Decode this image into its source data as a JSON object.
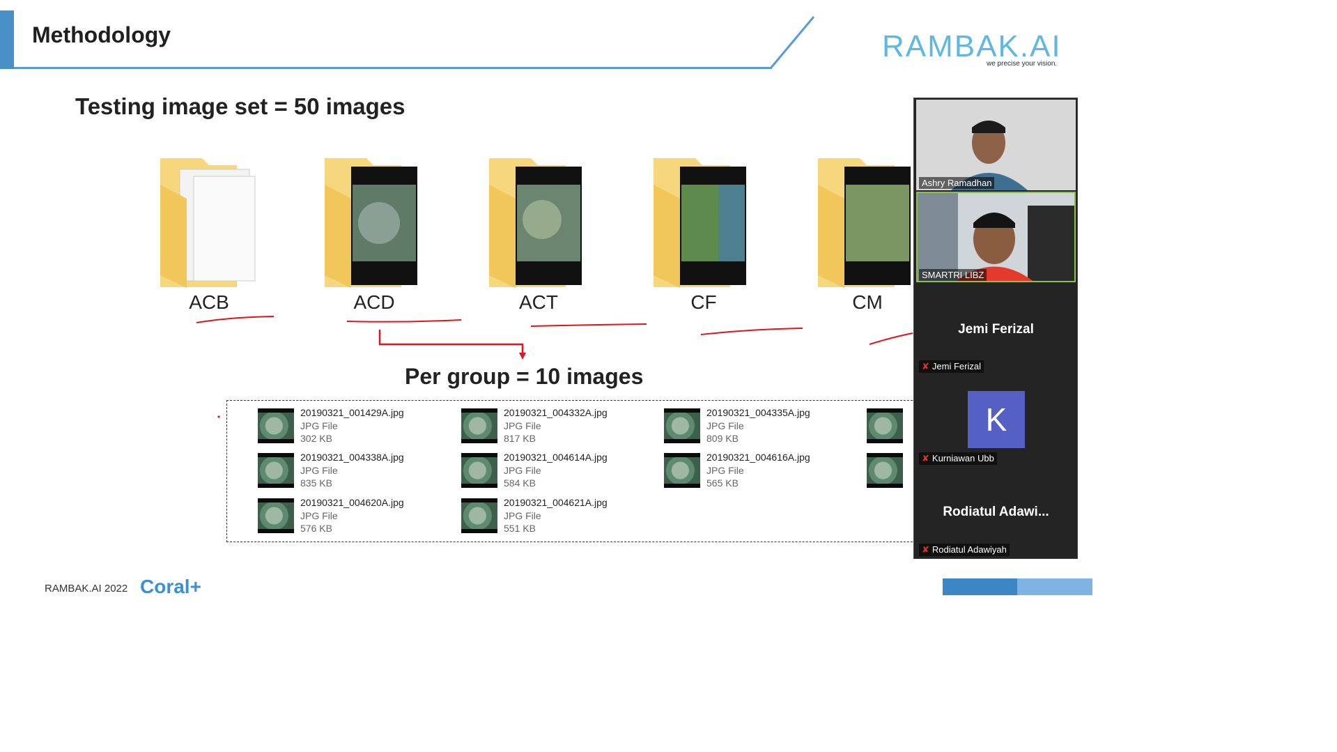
{
  "slide": {
    "title": "Methodology",
    "logo_text": "RAMBAK.AI",
    "logo_tagline": "we precise your vision.",
    "set_title": "Testing image set = 50 images",
    "folders": [
      {
        "label": "ACB"
      },
      {
        "label": "ACD"
      },
      {
        "label": "ACT"
      },
      {
        "label": "CF"
      },
      {
        "label": "CM"
      }
    ],
    "per_group": "Per group = 10 images",
    "files": [
      {
        "name": "20190321_001429A.jpg",
        "type": "JPG File",
        "size": "302 KB"
      },
      {
        "name": "20190321_004332A.jpg",
        "type": "JPG File",
        "size": "817 KB"
      },
      {
        "name": "20190321_004335A.jpg",
        "type": "JPG File",
        "size": "809 KB"
      },
      {
        "name": "20190321_004338A.jpg",
        "type": "JPG File",
        "size": "835 KB"
      },
      {
        "name": "20190321_004614A.jpg",
        "type": "JPG File",
        "size": "584 KB"
      },
      {
        "name": "20190321_004616A.jpg",
        "type": "JPG File",
        "size": "565 KB"
      },
      {
        "name": "20190321_004620A.jpg",
        "type": "JPG File",
        "size": "576 KB"
      },
      {
        "name": "20190321_004621A.jpg",
        "type": "JPG File",
        "size": "551 KB"
      }
    ],
    "footer_text": "RAMBAK.AI 2022",
    "footer_brand": "Coral+"
  },
  "participants": [
    {
      "name": "Ashry Ramadhan",
      "video": true
    },
    {
      "name": "SMARTRI LIBZ",
      "video": true,
      "active_speaker": true
    },
    {
      "name": "Jemi Ferizal",
      "display": "Jemi Ferizal",
      "muted": true
    },
    {
      "name": "Kurniawan Ubb",
      "avatar_letter": "K",
      "muted": true
    },
    {
      "name": "Rodiatul Adawiyah",
      "display": "Rodiatul  Adawi...",
      "muted": true
    }
  ],
  "colors": {
    "accent_blue": "#4a90c8",
    "annotation_red": "#e0141e",
    "avatar_purple": "#5560c4",
    "active_speaker": "#8bc34a"
  }
}
